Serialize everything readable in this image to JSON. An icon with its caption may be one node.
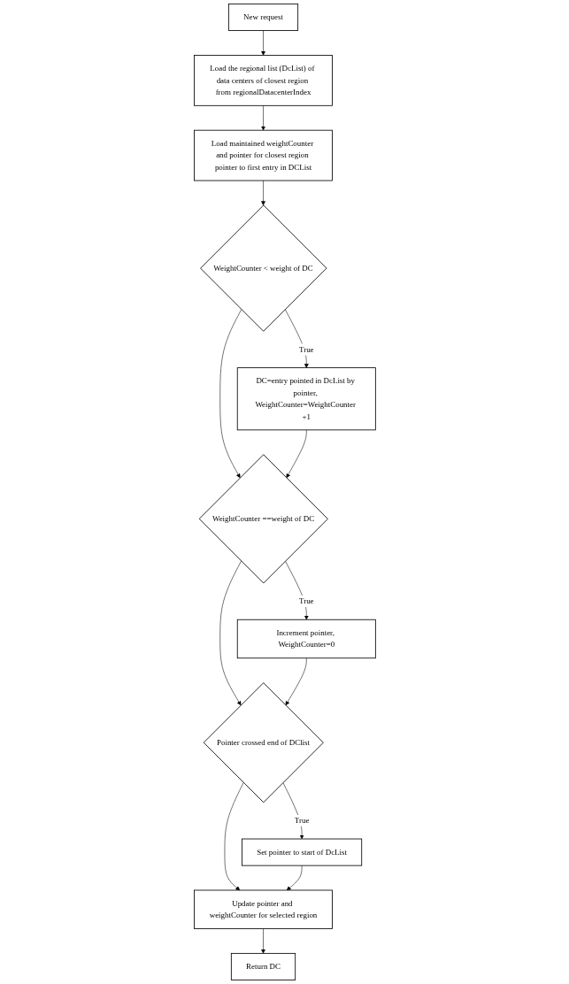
{
  "diagram": {
    "nodes": [
      {
        "text": [
          "New request"
        ]
      },
      {
        "text": [
          "Load the regional list (DcList) of data centers of closest region from regionalDatacenterIndex"
        ]
      },
      {
        "text": [
          "Load maintained weightCounter and pointer for closest region pointer to first entry in DCList"
        ]
      },
      {
        "text": [
          "WeightCounter < weight of DC"
        ]
      },
      {
        "text": [
          "DC=entry pointed in DcList by pointer, WeightCounter=WeightCounter +1"
        ]
      },
      {
        "text": [
          "WeightCounter ==weight of DC"
        ]
      },
      {
        "text": [
          "Increment pointer, WeightCounter=0"
        ]
      },
      {
        "text": [
          "Pointer crossed end of DClist"
        ]
      },
      {
        "text": [
          "Set pointer to start of DcList"
        ]
      },
      {
        "text": [
          "Update pointer and weightCounter for selected region"
        ]
      },
      {
        "text": [
          "Return DC"
        ]
      }
    ],
    "edges": [
      {
        "from": 0,
        "to": 1,
        "arrow": "to"
      },
      {
        "from": 1,
        "to": 2,
        "arrow": "to"
      },
      {
        "from": 2,
        "to": 3,
        "arrow": "to"
      },
      {
        "from": 3,
        "to": 4,
        "arrow": "to",
        "label": "True"
      },
      {
        "from": 3,
        "to": 5,
        "arrow": "to"
      },
      {
        "from": 4,
        "to": 5,
        "arrow": "to"
      },
      {
        "from": 5,
        "to": 6,
        "arrow": "to",
        "label": "True"
      },
      {
        "from": 5,
        "to": 7,
        "arrow": "to"
      },
      {
        "from": 6,
        "to": 7,
        "arrow": "to"
      },
      {
        "from": 7,
        "to": 8,
        "arrow": "to",
        "label": "True"
      },
      {
        "from": 7,
        "to": 9,
        "arrow": "to"
      },
      {
        "from": 8,
        "to": 9,
        "arrow": "to"
      },
      {
        "from": 9,
        "to": 10,
        "arrow": "to"
      }
    ]
  }
}
